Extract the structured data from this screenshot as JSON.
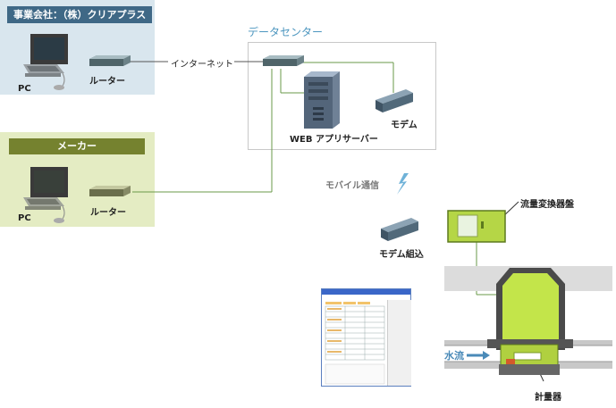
{
  "company_group": {
    "title": "事業会社：（株）クリアプラス",
    "pc_label": "PC",
    "router_label": "ルーター"
  },
  "maker_group": {
    "title": "メーカー",
    "pc_label": "PC",
    "router_label": "ルーター"
  },
  "internet_label": "インターネット",
  "datacenter": {
    "title": "データセンター",
    "server_label": "WEB アプリサーバー",
    "modem_label": "モデム"
  },
  "mobile_label": "モバイル通信",
  "modem_built_in_label": "モデム組込",
  "converter_label": "流量変換器盤",
  "water_flow_label": "水流",
  "meter_label": "計量器",
  "colors": {
    "blue_tag": "#3f6886",
    "green_tag": "#75822f",
    "lines": "#6a9a4a",
    "lime": "#b5d646",
    "title_blue": "#4c96bf"
  }
}
